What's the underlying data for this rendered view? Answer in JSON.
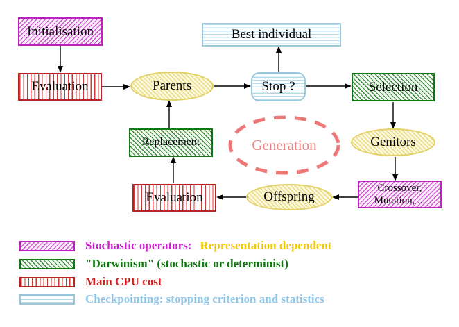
{
  "nodes": {
    "initialisation": {
      "label": "Initialisation"
    },
    "evaluation_top": {
      "label": "Evaluation"
    },
    "parents": {
      "label": "Parents"
    },
    "best_individual": {
      "label": "Best individual"
    },
    "stop": {
      "label": "Stop ?"
    },
    "selection": {
      "label": "Selection"
    },
    "genitors": {
      "label": "Genitors"
    },
    "crossover_mutation": {
      "line1": "Crossover,",
      "line2": "Mutation, ..."
    },
    "offspring": {
      "label": "Offspring"
    },
    "evaluation_bottom": {
      "label": "Evaluation"
    },
    "replacement": {
      "label": "Replacement"
    },
    "generation": {
      "label": "Generation"
    }
  },
  "legend": [
    {
      "text": "Stochastic operators:",
      "text2": "Representation dependent",
      "color": "#cc22cc",
      "color2": "#eecc00",
      "swatch": "magenta-diagonal-hatch"
    },
    {
      "text": "\"Darwinism\" (stochastic or determinist)",
      "color": "#117711",
      "swatch": "green-diagonal-hatch"
    },
    {
      "text": "Main CPU cost",
      "color": "#cc2222",
      "swatch": "red-vertical-lines"
    },
    {
      "text": "Checkpointing: stopping criterion and statistics",
      "color": "#8ec6e8",
      "swatch": "cyan-horizontal-lines"
    }
  ],
  "colors": {
    "stochastic_magenta": "#cc22cc",
    "darwinism_green": "#117711",
    "cpu_red": "#cc2222",
    "checkpoint_cyan": "#8ec6e8",
    "representation_gold": "#eecc00",
    "generation_salmon": "#ee7878",
    "ellipse_yellow": "#e2d166",
    "arrow_black": "#000000"
  }
}
